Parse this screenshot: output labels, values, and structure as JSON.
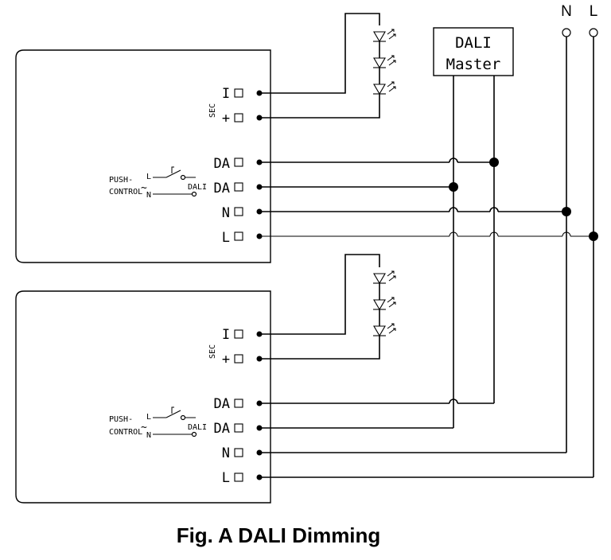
{
  "caption": "Fig. A DALI Dimming",
  "supply": {
    "n_label": "N",
    "l_label": "L"
  },
  "master": {
    "line1": "DALI",
    "line2": "Master"
  },
  "drivers": [
    {
      "sec_label": "SEC",
      "minus_label": "I",
      "plus_label": "+",
      "terminals": [
        "DA",
        "DA",
        "N",
        "L"
      ],
      "push_label_1": "PUSH-",
      "push_label_2": "CONTROL",
      "switch_l": "L",
      "switch_n": "N",
      "dali_label": "DALI"
    },
    {
      "sec_label": "SEC",
      "minus_label": "I",
      "plus_label": "+",
      "terminals": [
        "DA",
        "DA",
        "N",
        "L"
      ],
      "push_label_1": "PUSH-",
      "push_label_2": "CONTROL",
      "switch_l": "L",
      "switch_n": "N",
      "dali_label": "DALI"
    }
  ]
}
